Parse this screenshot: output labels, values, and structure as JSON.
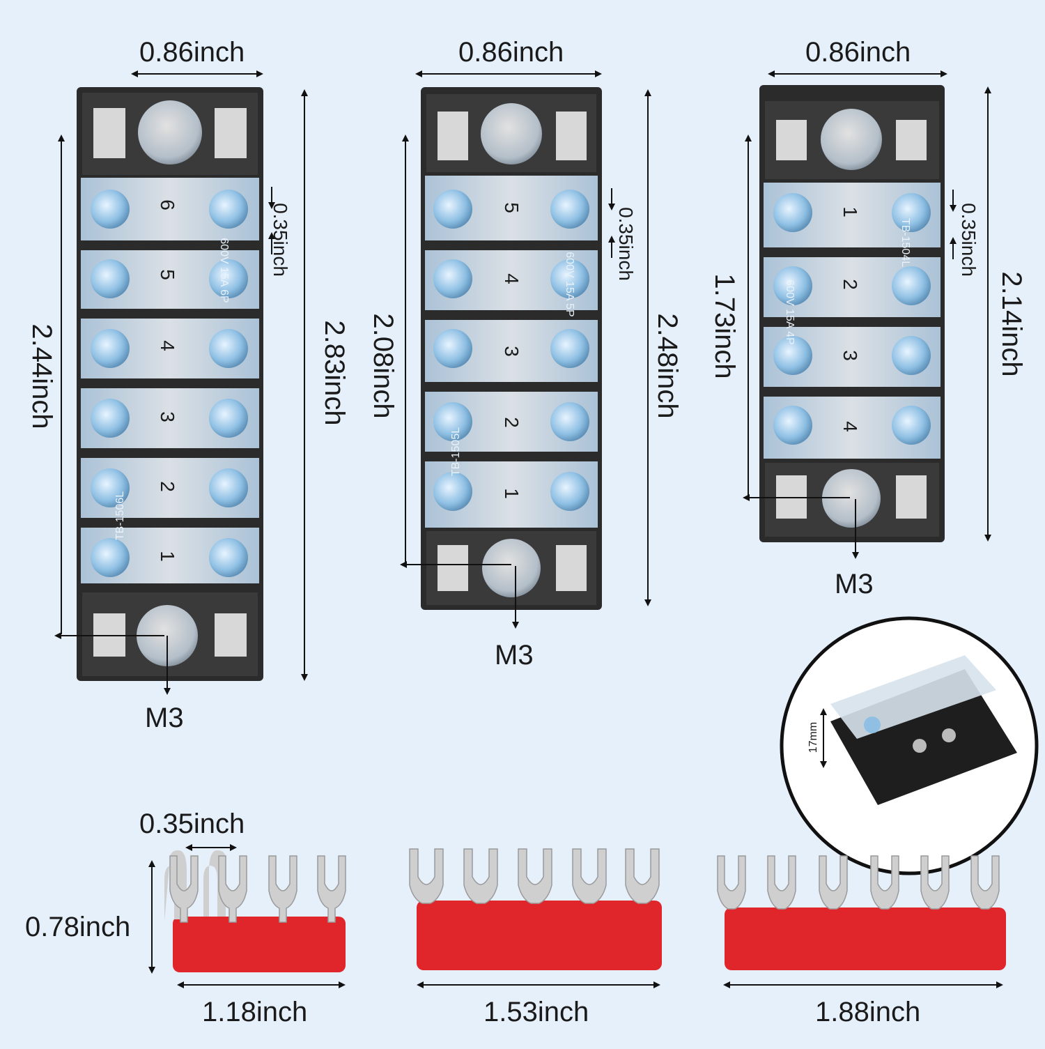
{
  "colors": {
    "background": "#e6f0fb",
    "block_body": "#2a2a2a",
    "cover": "#dde6ee",
    "bracket_metal": "#c8c8c8",
    "screw": "#9cc7e6",
    "jumper_red": "#e0262a",
    "jumper_metal": "#cfcfcf",
    "arrow": "#111111"
  },
  "block_6p": {
    "width_label": "0.86inch",
    "height_label": "2.83inch",
    "mount_label": "2.44inch",
    "pitch_label": "0.35inch",
    "screw_label": "M3",
    "numbers": [
      "6",
      "5",
      "4",
      "3",
      "2",
      "1"
    ],
    "model_text": "TB-1506L",
    "rating_text": "600V 15A 6P"
  },
  "block_5p": {
    "width_label": "0.86inch",
    "height_label": "2.48inch",
    "mount_label": "2.08inch",
    "pitch_label": "0.35inch",
    "screw_label": "M3",
    "numbers": [
      "5",
      "4",
      "3",
      "2",
      "1"
    ],
    "model_text": "TB-1505L",
    "rating_text": "600V 15A 5P"
  },
  "block_4p": {
    "width_label": "0.86inch",
    "height_label": "2.14inch",
    "mount_label": "1.73inch",
    "pitch_label": "0.35inch",
    "screw_label": "M3",
    "numbers": [
      "1",
      "2",
      "3",
      "4"
    ],
    "model_text": "TB-1504L",
    "rating_text": "600V 15A 4P"
  },
  "inset": {
    "height_label": "17mm",
    "icon": "terminal-block-side-view"
  },
  "jumpers": {
    "j4": {
      "pitch_label": "0.35inch",
      "height_label": "0.78inch",
      "length_label": "1.18inch",
      "prongs": 4
    },
    "j5": {
      "length_label": "1.53inch",
      "prongs": 5
    },
    "j6": {
      "length_label": "1.88inch",
      "prongs": 6
    }
  }
}
